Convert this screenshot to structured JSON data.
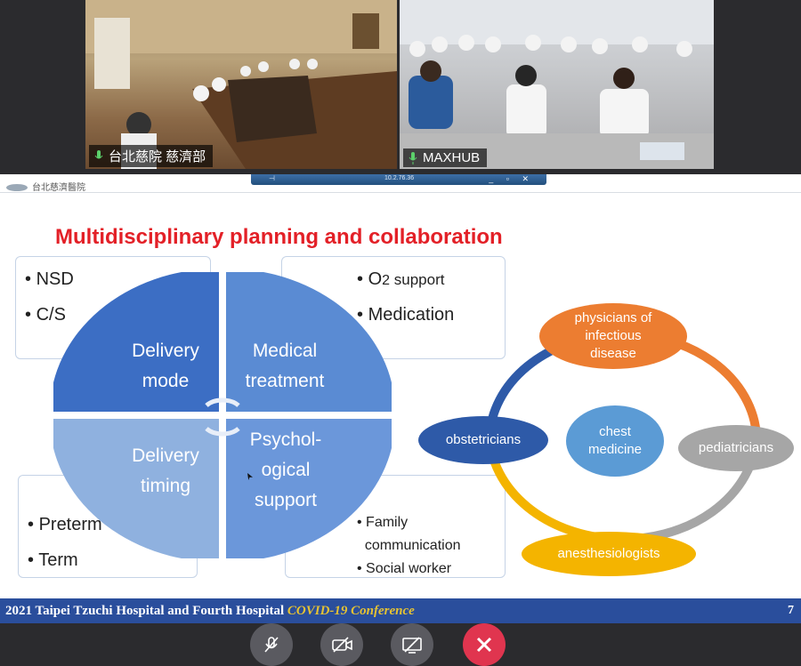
{
  "feeds": [
    {
      "label": "台北慈院 慈濟部"
    },
    {
      "label": "MAXHUB"
    }
  ],
  "window": {
    "ip": "10.2.76.36",
    "buttons": "_ ▫ ✕"
  },
  "slide": {
    "logo_text": "台北慈濟醫院",
    "title": "Multidisciplinary planning and collaboration",
    "quadrants": {
      "delivery_mode": [
        "Delivery",
        "mode"
      ],
      "medical_treatment": [
        "Medical",
        "treatment"
      ],
      "delivery_timing": [
        "Delivery",
        "timing"
      ],
      "psychological_support": [
        "Psychol-",
        "ogical",
        "support"
      ]
    },
    "box_top_left": [
      "NSD",
      "C/S"
    ],
    "box_top_right": {
      "o2": "O",
      "o2_num": "2",
      "o2_rest": " support",
      "medication": "Medication"
    },
    "box_bottom_left": [
      "Preterm",
      "Term"
    ],
    "box_bottom_right": [
      "Family",
      "communication",
      "Social worker"
    ],
    "team": {
      "infectious": [
        "physicians of",
        "infectious",
        "disease"
      ],
      "obstetricians": "obstetricians",
      "chest": [
        "chest",
        "medicine"
      ],
      "pediatricians": "pediatricians",
      "anesthesiologists": "anesthesiologists"
    },
    "footer": {
      "main": "2021 Taipei Tzuchi Hospital and Fourth Hospital ",
      "conference": "COVID-19 Conference",
      "page": "7"
    }
  },
  "controls": {
    "mute_icon": "mic-off-icon",
    "video_icon": "video-off-icon",
    "share_icon": "screen-share-off-icon",
    "leave_icon": "close-icon"
  },
  "colors": {
    "title": "#e32027",
    "quad_dark": "#3c6ec4",
    "quad_light": "#8fb1df",
    "orange": "#ec7d31",
    "blue": "#2e5aa8",
    "gray": "#a6a6a6",
    "yellow": "#f4b400",
    "light_blue": "#5b9bd5",
    "footer": "#2a4e9c",
    "leave": "#e0354f"
  }
}
